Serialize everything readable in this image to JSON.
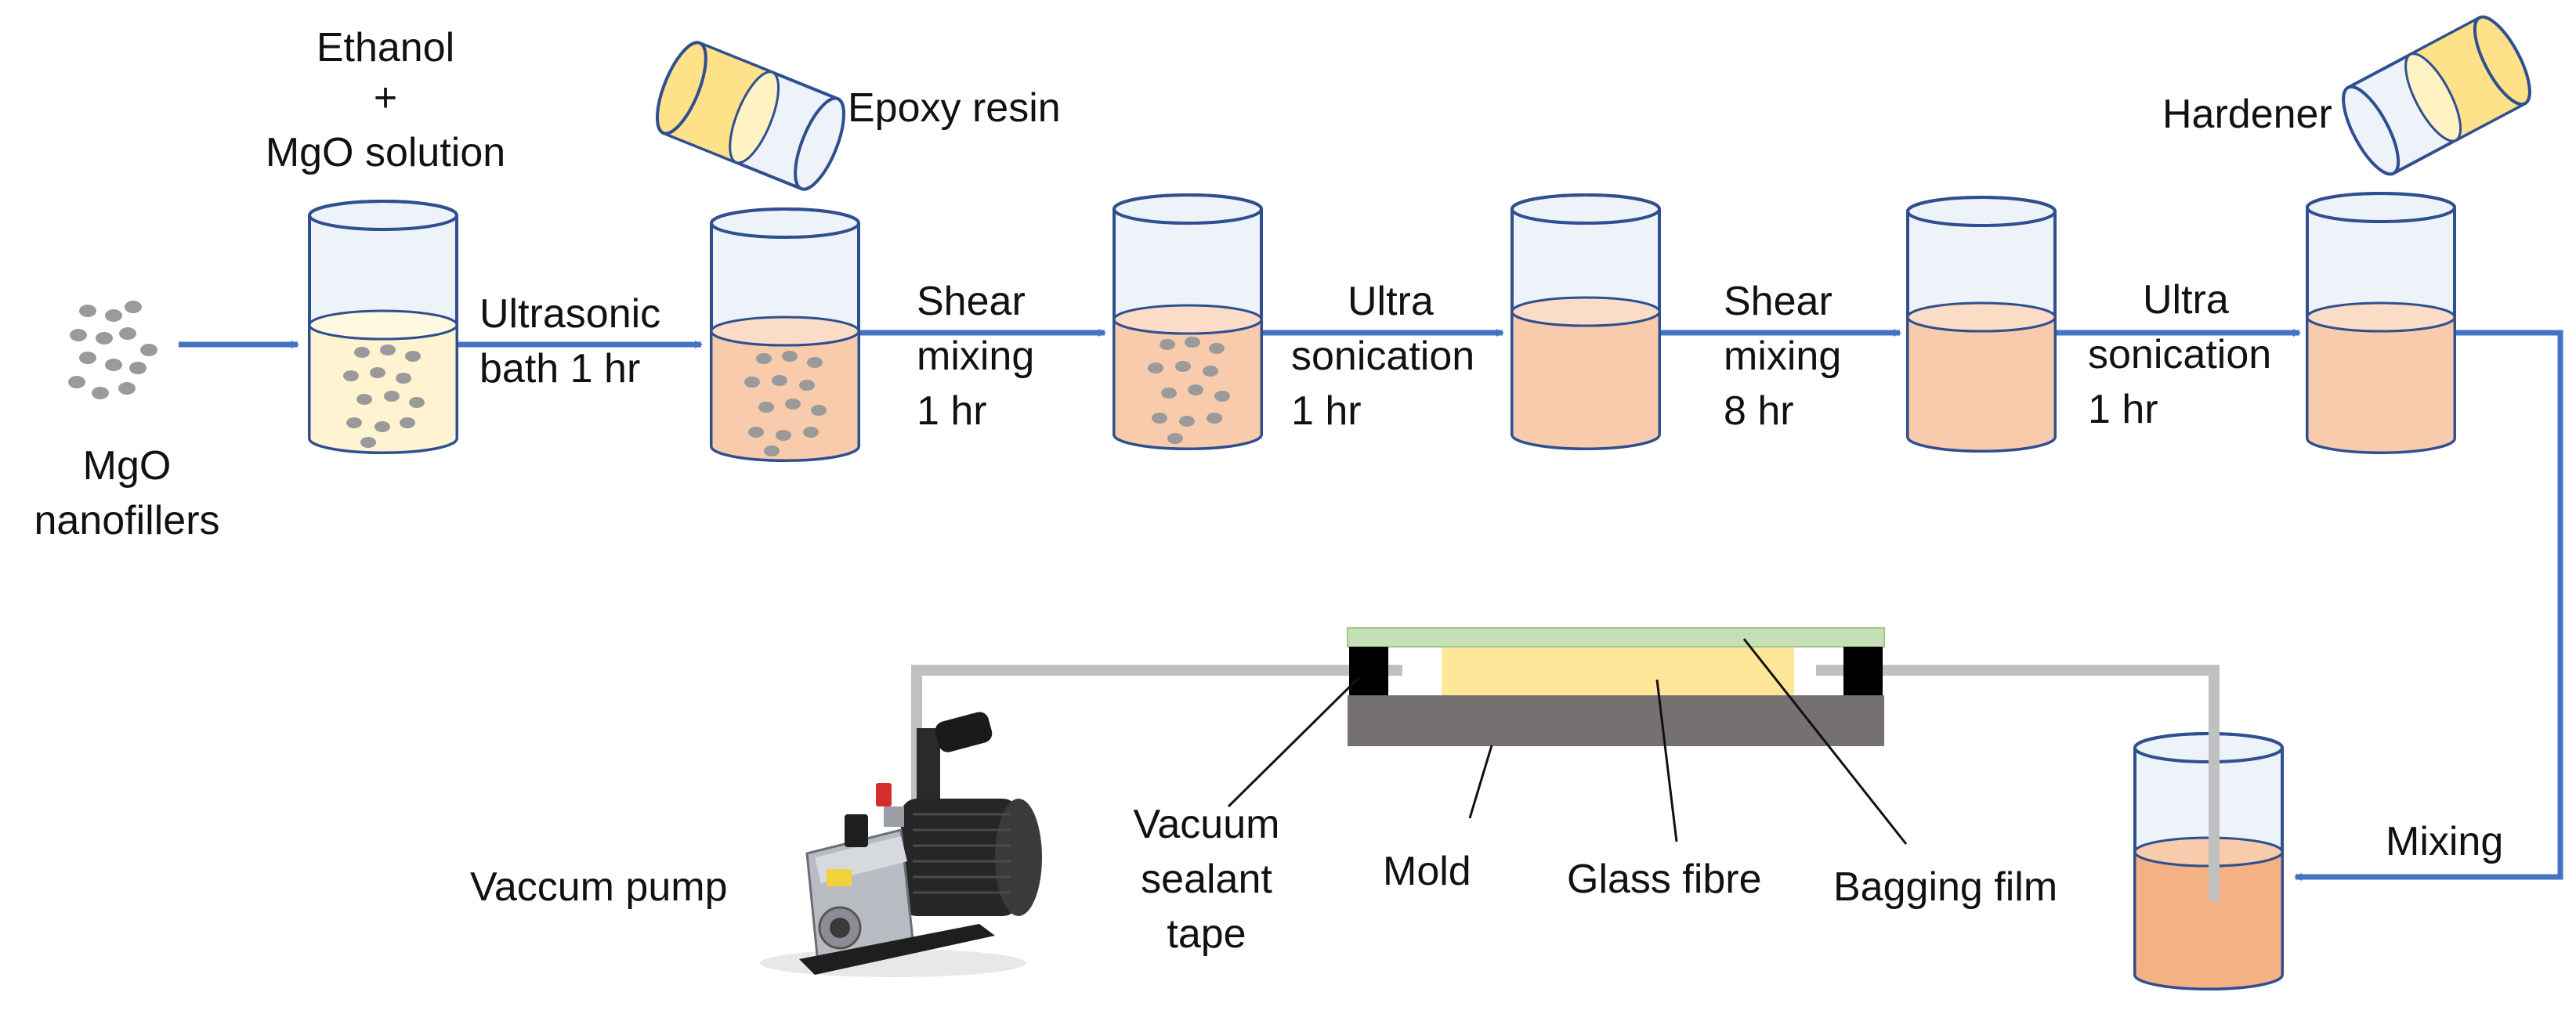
{
  "labels": {
    "mgo_nanofillers": [
      "MgO",
      "nanofillers"
    ],
    "ethanol_solution": [
      "Ethanol",
      "+",
      "MgO solution"
    ],
    "epoxy_resin": "Epoxy resin",
    "hardener": "Hardener",
    "vacuum_pump": "Vaccum pump",
    "vacuum_sealant_tape": [
      "Vacuum",
      "sealant",
      "tape"
    ],
    "mold": "Mold",
    "glass_fibre": "Glass fibre",
    "bagging_film": "Bagging film",
    "mixing": "Mixing"
  },
  "steps": [
    {
      "lines": [
        "Ultrasonic",
        "bath 1 hr"
      ]
    },
    {
      "lines": [
        "Shear",
        "mixing",
        "1 hr"
      ]
    },
    {
      "lines": [
        "Ultra",
        "sonication",
        "1 hr"
      ]
    },
    {
      "lines": [
        "Shear",
        "mixing",
        "8 hr"
      ]
    },
    {
      "lines": [
        "Ultra",
        "sonication",
        "1 hr"
      ]
    }
  ],
  "colors": {
    "arrow": "#4472c4",
    "beaker_outline": "#2f4f8f",
    "ethanol_liquid": "#fff3d1",
    "resin_liquid": "#f8cbad",
    "final_liquid": "#f4b183",
    "particle": "#9a9a9a",
    "bagging_film": "#c5e0b4",
    "glass_fibre": "#ffe699",
    "mold": "#767171",
    "tube": "#c0c0c0",
    "sealant": "#000000"
  },
  "icons": {
    "epoxy_pour": "tilted-cup-icon",
    "hardener_pour": "tilted-cup-icon",
    "pump": "vacuum-pump-icon"
  }
}
